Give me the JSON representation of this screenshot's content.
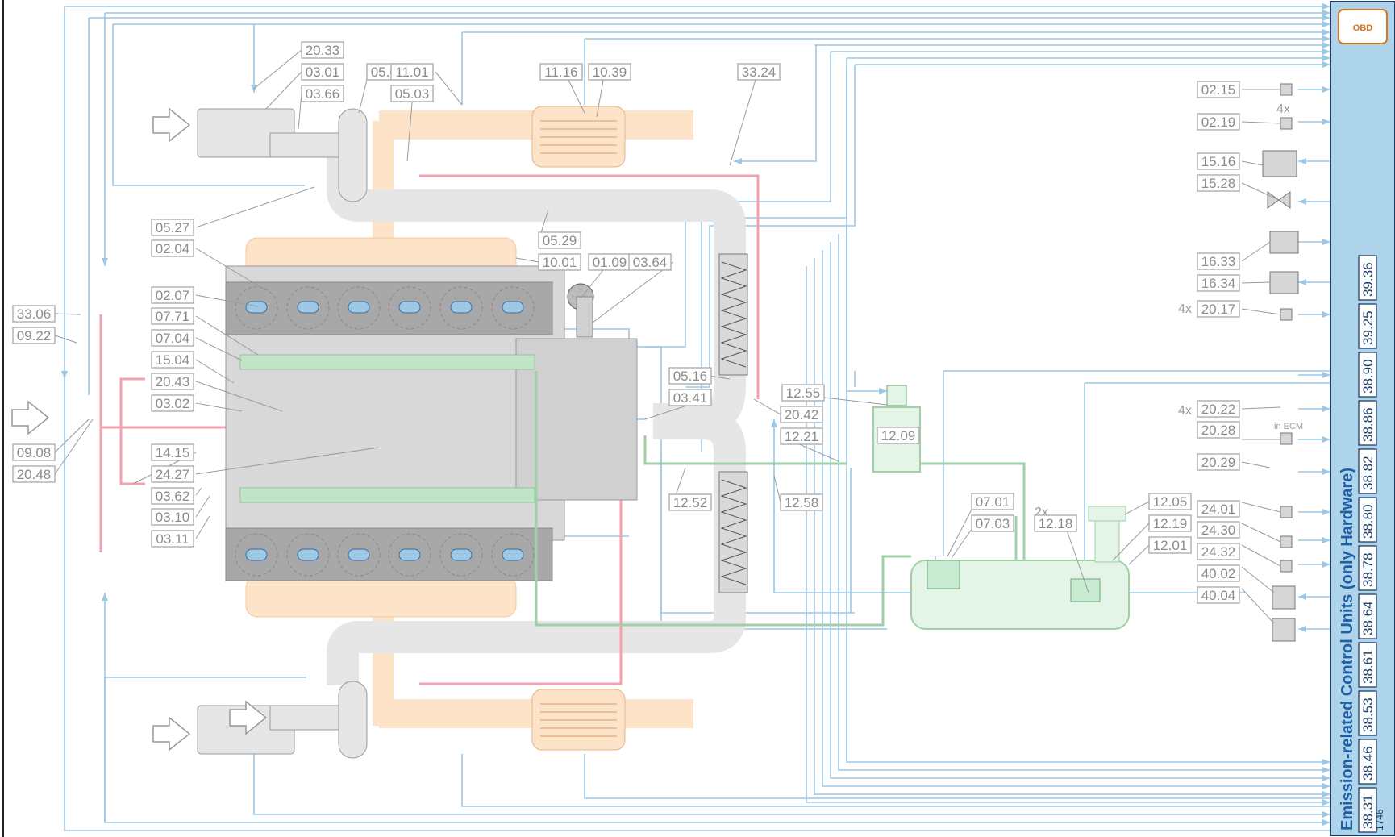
{
  "obd_badge": "OBD",
  "ecu_panel": {
    "title": "Emission-related Control Units (only Hardware)",
    "codes": [
      "38.31",
      "38.46",
      "38.53",
      "38.61",
      "38.64",
      "38.78",
      "38.80",
      "38.82",
      "38.86",
      "38.90",
      "39.25",
      "39.36"
    ],
    "document_id": "1746"
  },
  "annotations": {
    "in_ecm": "in ECM",
    "qty_4x_a": "4x",
    "qty_4x_b": "4x",
    "qty_4x_c": "4x",
    "qty_2x": "2x"
  },
  "component_labels": [
    "20.33",
    "03.01",
    "03.66",
    "05.01",
    "11.01",
    "05.03",
    "11.16",
    "10.39",
    "33.24",
    "05.27",
    "02.04",
    "05.29",
    "10.01",
    "01.09",
    "03.64",
    "02.07",
    "07.71",
    "07.04",
    "15.04",
    "20.43",
    "03.02",
    "33.06",
    "09.22",
    "09.08",
    "20.48",
    "14.15",
    "24.27",
    "03.62",
    "03.10",
    "03.11",
    "05.16",
    "03.41",
    "12.55",
    "20.42",
    "12.21",
    "12.09",
    "12.52",
    "12.58",
    "07.01",
    "07.03",
    "12.18",
    "12.05",
    "12.19",
    "12.01",
    "02.15",
    "02.19",
    "15.16",
    "15.28",
    "16.33",
    "16.34",
    "20.17",
    "20.22",
    "20.28",
    "20.29",
    "24.01",
    "24.30",
    "24.32",
    "40.02",
    "40.04"
  ],
  "colors": {
    "signal_line": "#9cc8e6",
    "exhaust_pipe": "#fde3c8",
    "intake_pipe": "#e6e6e6",
    "coolant_line": "#f3a0b0",
    "fuel_line": "#9fd0a8",
    "ecu_panel": "#aed4ec",
    "obd_icon": "#d07820"
  }
}
